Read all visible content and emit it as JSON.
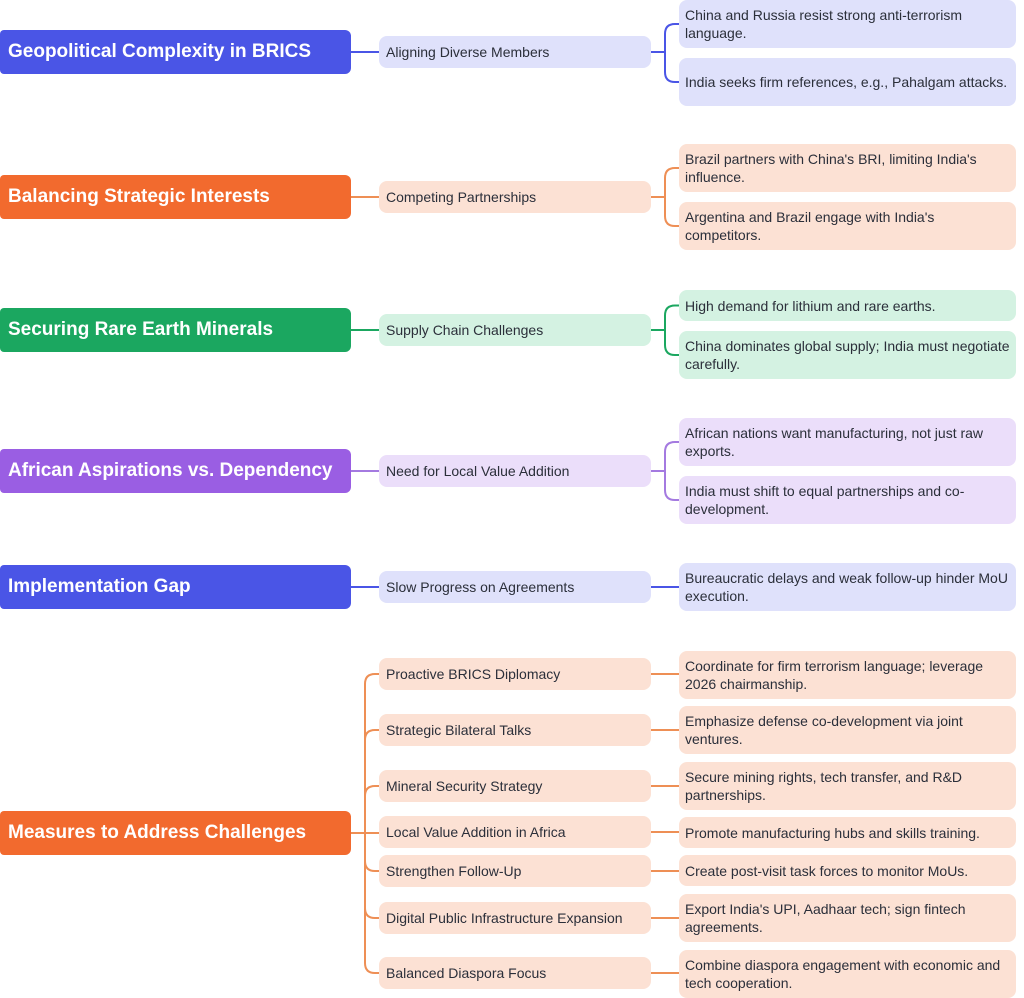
{
  "colors": {
    "blue": "#4a55e6",
    "orange": "#f26a2e",
    "green": "#1ba760",
    "purple": "#9a5ee3",
    "blue_light": "#dfe1fb",
    "orange_light": "#fce1d4",
    "green_light": "#d4f2e2",
    "purple_light": "#ebdefa",
    "blue_line": "#4a55e6",
    "orange_line": "#ee8f55",
    "green_line": "#1ba760",
    "purple_line": "#a47ae0"
  },
  "groups": [
    {
      "title": "Geopolitical Complexity in BRICS",
      "color": "blue",
      "branches": [
        {
          "label": "Aligning Diverse Members",
          "details": [
            "China and Russia resist strong anti-terrorism language.",
            "India seeks firm references, e.g., Pahalgam attacks."
          ]
        }
      ]
    },
    {
      "title": "Balancing Strategic Interests",
      "color": "orange",
      "branches": [
        {
          "label": "Competing Partnerships",
          "details": [
            "Brazil partners with China's BRI, limiting India's influence.",
            "Argentina and Brazil engage with India's competitors."
          ]
        }
      ]
    },
    {
      "title": "Securing Rare Earth Minerals",
      "color": "green",
      "branches": [
        {
          "label": "Supply Chain Challenges",
          "details": [
            "High demand for lithium and rare earths.",
            "China dominates global supply; India must negotiate carefully."
          ]
        }
      ]
    },
    {
      "title": "African Aspirations vs. Dependency",
      "color": "purple",
      "branches": [
        {
          "label": "Need for Local Value Addition",
          "details": [
            "African nations want manufacturing, not just raw exports.",
            "India must shift to equal partnerships and co-development."
          ]
        }
      ]
    },
    {
      "title": "Implementation Gap",
      "color": "blue",
      "branches": [
        {
          "label": "Slow Progress on Agreements",
          "details": [
            "Bureaucratic delays and weak follow-up hinder MoU execution."
          ]
        }
      ]
    },
    {
      "title": "Measures to Address Challenges",
      "color": "orange",
      "branches": [
        {
          "label": "Proactive BRICS Diplomacy",
          "details": [
            "Coordinate for firm terrorism language; leverage 2026 chairmanship."
          ]
        },
        {
          "label": "Strategic Bilateral Talks",
          "details": [
            "Emphasize defense co-development via joint ventures."
          ]
        },
        {
          "label": "Mineral Security Strategy",
          "details": [
            "Secure mining rights, tech transfer, and R&D partnerships."
          ]
        },
        {
          "label": "Local Value Addition in Africa",
          "details": [
            "Promote manufacturing hubs and skills training."
          ]
        },
        {
          "label": "Strengthen Follow-Up",
          "details": [
            "Create post-visit task forces to monitor MoUs."
          ]
        },
        {
          "label": "Digital Public Infrastructure Expansion",
          "details": [
            "Export India's UPI, Aadhaar tech; sign fintech agreements."
          ]
        },
        {
          "label": "Balanced Diaspora Focus",
          "details": [
            "Combine diaspora engagement with economic and tech cooperation."
          ]
        }
      ]
    }
  ]
}
